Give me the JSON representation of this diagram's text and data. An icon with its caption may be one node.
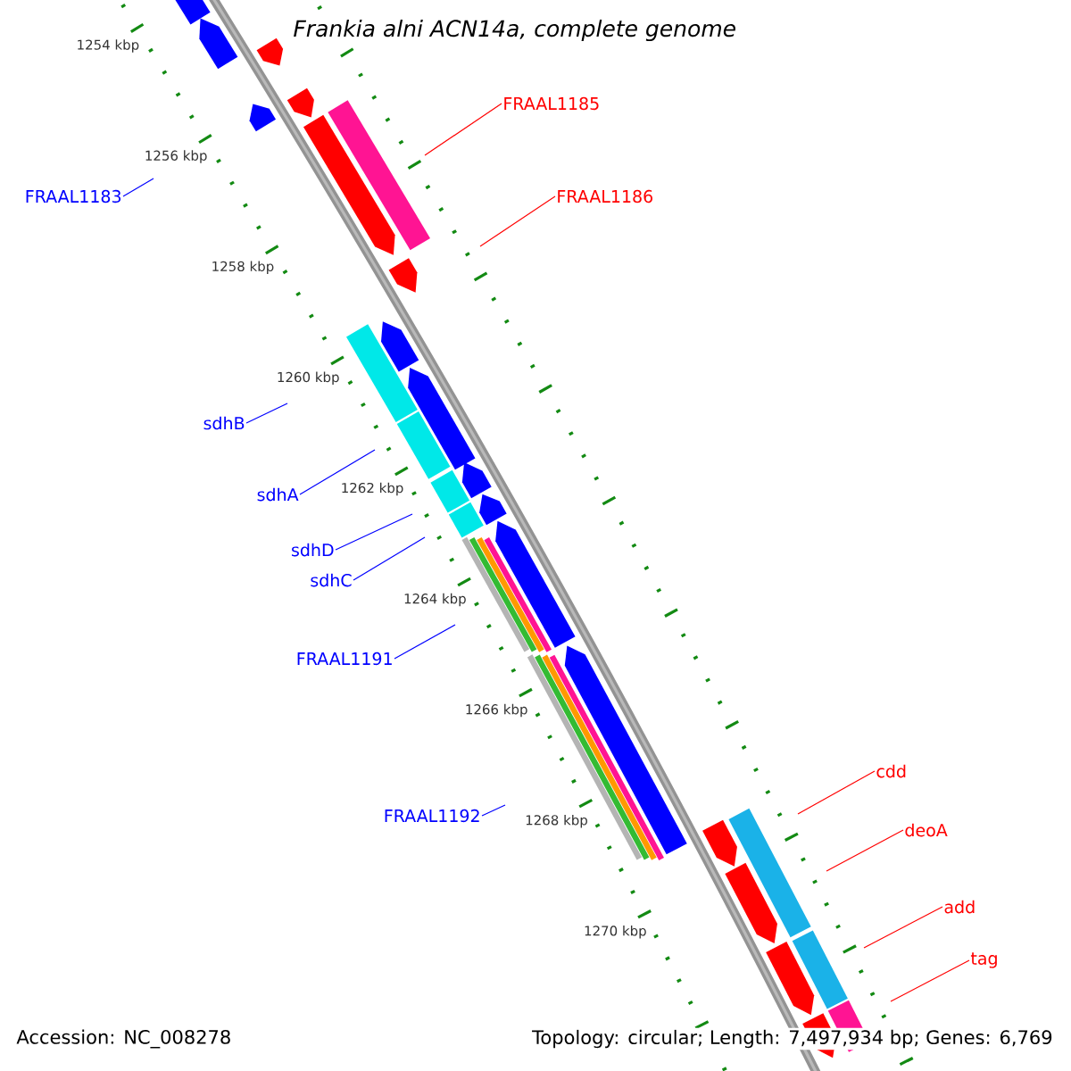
{
  "diagram": {
    "title": "Frankia alni ACN14a, complete genome",
    "nodes": [
      {
        "text": [
          "FRAAL1183"
        ]
      },
      {
        "text": [
          "FRAAL1185"
        ]
      },
      {
        "text": [
          "FRAAL1186"
        ]
      },
      {
        "text": [
          "sdhB"
        ]
      },
      {
        "text": [
          "sdhA"
        ]
      },
      {
        "text": [
          "sdhD"
        ]
      },
      {
        "text": [
          "sdhC"
        ]
      },
      {
        "text": [
          "FRAAL1191"
        ]
      },
      {
        "text": [
          "FRAAL1192"
        ]
      },
      {
        "text": [
          "cdd"
        ]
      },
      {
        "text": [
          "deoA"
        ]
      },
      {
        "text": [
          "add"
        ]
      },
      {
        "text": [
          "tag"
        ]
      }
    ],
    "edges": [
      {
        "from": 0,
        "to": null,
        "arrow": "none"
      },
      {
        "from": 1,
        "to": null,
        "arrow": "none",
        "color": "#ff0000"
      },
      {
        "from": 2,
        "to": null,
        "arrow": "none",
        "color": "#ff0000"
      },
      {
        "from": 3,
        "to": null,
        "arrow": "none"
      },
      {
        "from": 4,
        "to": null,
        "arrow": "none"
      },
      {
        "from": 5,
        "to": null,
        "arrow": "none"
      },
      {
        "from": 6,
        "to": null,
        "arrow": "none"
      },
      {
        "from": 7,
        "to": null,
        "arrow": "none"
      },
      {
        "from": 8,
        "to": null,
        "arrow": "none"
      },
      {
        "from": 9,
        "to": null,
        "arrow": "none",
        "color": "#ff0000"
      },
      {
        "from": 10,
        "to": null,
        "arrow": "none",
        "color": "#ff0000"
      },
      {
        "from": 11,
        "to": null,
        "arrow": "none",
        "color": "#ff0000"
      },
      {
        "from": 12,
        "to": null,
        "arrow": "none",
        "color": "#ff0000"
      }
    ],
    "labels": [
      "1254 kbp",
      "1256 kbp",
      "1258 kbp",
      "1260 kbp",
      "1262 kbp",
      "1264 kbp",
      "1266 kbp",
      "1268 kbp",
      "1270 kbp",
      "Accession: NC_008278",
      "Topology: circular; Length: 7,497,934 bp; Genes: 6,769"
    ]
  }
}
